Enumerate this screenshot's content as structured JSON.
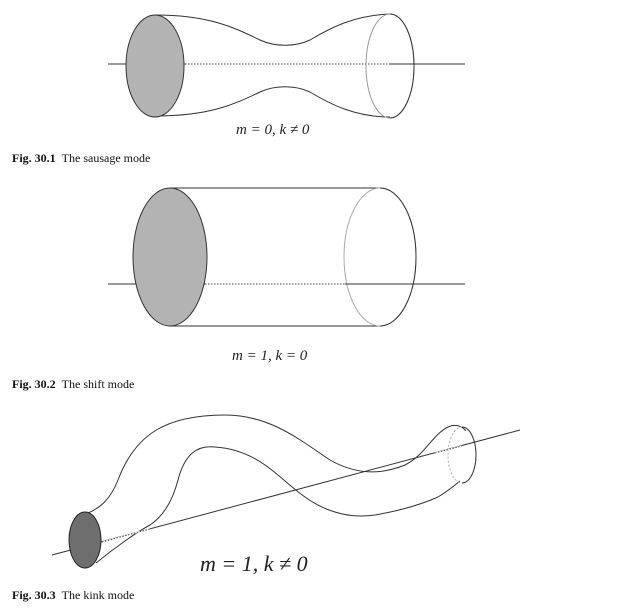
{
  "figures": [
    {
      "number": "Fig. 30.1",
      "caption": "The sausage mode",
      "formula": "m = 0, k ≠ 0"
    },
    {
      "number": "Fig. 30.2",
      "caption": "The shift mode",
      "formula": "m = 1, k = 0"
    },
    {
      "number": "Fig. 30.3",
      "caption": "The kink mode",
      "formula": "m = 1, k ≠ 0"
    }
  ],
  "colors": {
    "ellipse_fill_light": "#b3b3b3",
    "ellipse_fill_dark": "#6e6e6e",
    "line": "#333333"
  }
}
